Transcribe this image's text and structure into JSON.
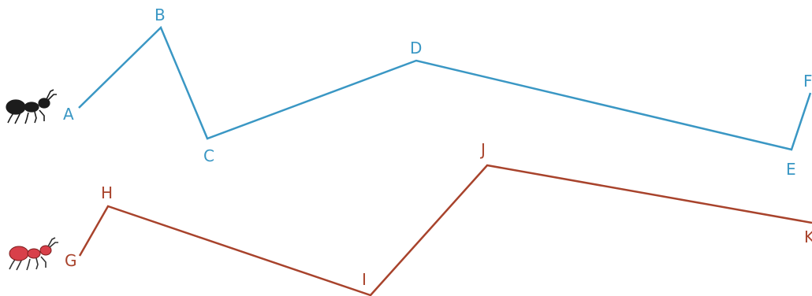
{
  "colors": {
    "blue_path": "#3a97c4",
    "red_path": "#a8432c",
    "black_ant": "#1c1c1c",
    "red_ant": "#d8404a"
  },
  "icons": {
    "ant_top": "black-ant-icon",
    "ant_bottom": "red-ant-icon"
  },
  "blue_path": {
    "points": [
      {
        "label": "A"
      },
      {
        "label": "B"
      },
      {
        "label": "C"
      },
      {
        "label": "D"
      },
      {
        "label": "E"
      },
      {
        "label": "F"
      }
    ]
  },
  "red_path": {
    "points": [
      {
        "label": "G"
      },
      {
        "label": "H"
      },
      {
        "label": "I"
      },
      {
        "label": "J"
      },
      {
        "label": "K"
      }
    ]
  }
}
